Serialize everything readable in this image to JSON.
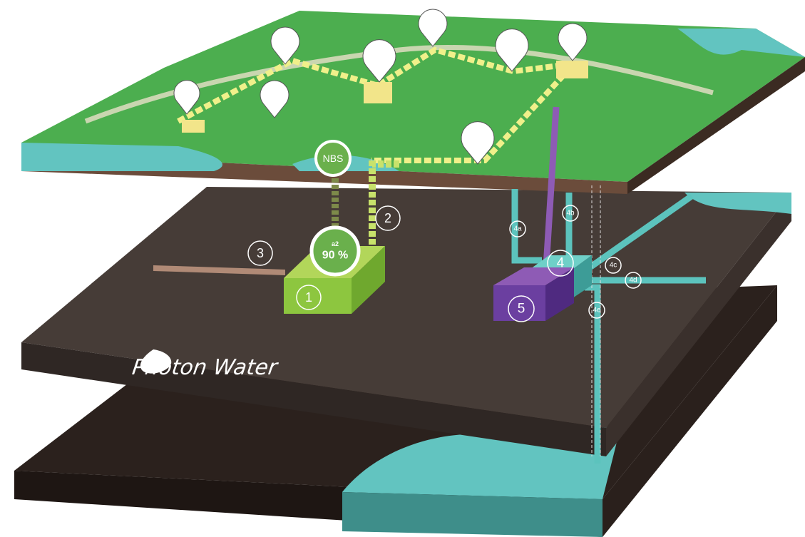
{
  "labels": {
    "nbs": "NBS",
    "recycle_sub": "a2",
    "recycle_pct": "90 %",
    "n1": "1",
    "n2": "2",
    "n3": "3",
    "n4": "4",
    "n4a": "4a",
    "n4b": "4b",
    "n4c": "4c",
    "n4d": "4d",
    "n4e": "4e",
    "n5": "5"
  },
  "brand": {
    "name": "Photon Water"
  },
  "pins": [
    "toilet-icon",
    "giraffe-icon",
    "ducks-icon",
    "fish-icon",
    "fountain-icon",
    "seal-icon",
    "restaurant-icon",
    "irrigation-icon"
  ],
  "colors": {
    "land": "#4cae4f",
    "water": "#62c4c0",
    "slab": "#433a36",
    "green_unit": "#8dc63f",
    "purple_unit": "#6b3fa0",
    "pipe_teal": "#5cc3bd",
    "pipe_purple": "#8e5bb5"
  }
}
